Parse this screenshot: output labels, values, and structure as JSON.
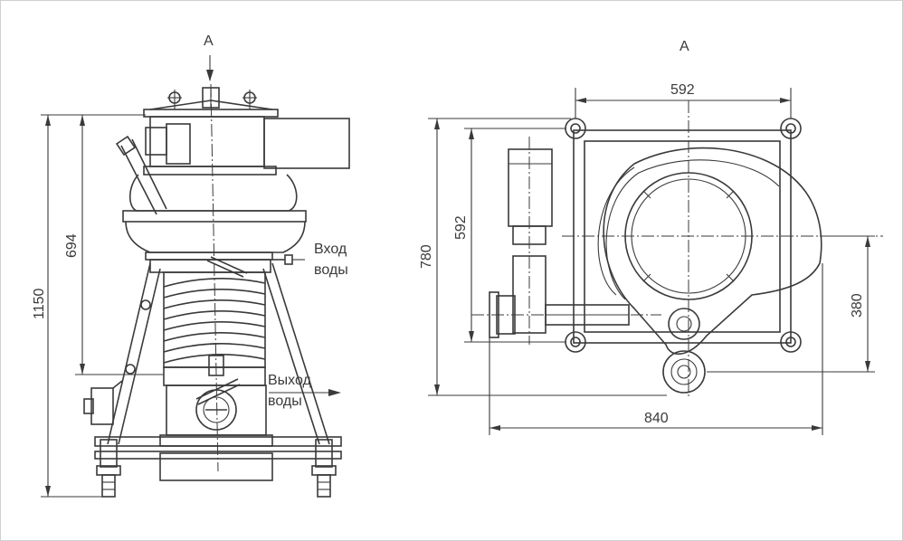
{
  "side_view": {
    "view_marker": "A",
    "dim_total_height": "1150",
    "dim_upper_height": "694",
    "water_inlet": [
      "Вход",
      "воды"
    ],
    "water_outlet": [
      "Выход",
      "воды"
    ]
  },
  "plan_view": {
    "title": "A",
    "dim_top_width": "592",
    "dim_left_height": "592",
    "dim_total_height": "780",
    "dim_right_height": "380",
    "dim_total_width": "840"
  },
  "colors": {
    "line": "#3a3a3a",
    "frame": "#cfcfcf",
    "background": "#ffffff"
  }
}
